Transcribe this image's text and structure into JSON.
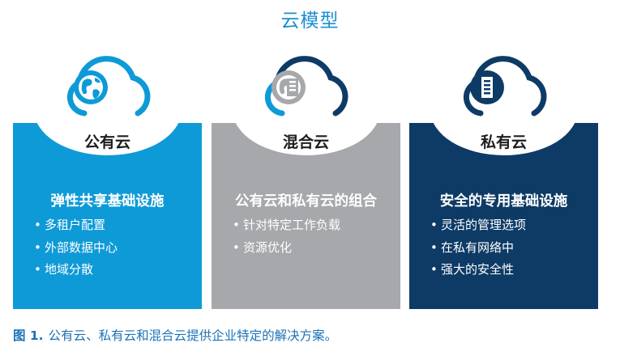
{
  "title": "云模型",
  "cards": [
    {
      "name": "公有云",
      "heading": "弹性共享基础设施",
      "bullets": [
        "多租户配置",
        "外部数据中心",
        "地域分散"
      ],
      "icon": "globe-icon",
      "color": "#0e9ad7"
    },
    {
      "name": "混合云",
      "heading": "公有云和私有云的组合",
      "bullets": [
        "针对特定工作负载",
        "资源优化"
      ],
      "icon": "globe-building-icon",
      "color": "#a6a8ab"
    },
    {
      "name": "私有云",
      "heading": "安全的专用基础设施",
      "bullets": [
        "灵活的管理选项",
        "在私有网络中",
        "强大的安全性"
      ],
      "icon": "building-icon",
      "color": "#0e3b66"
    }
  ],
  "caption": {
    "figure_label": "图 1.",
    "text": "公有云、私有云和混合云提供企业特定的解决方案。"
  }
}
